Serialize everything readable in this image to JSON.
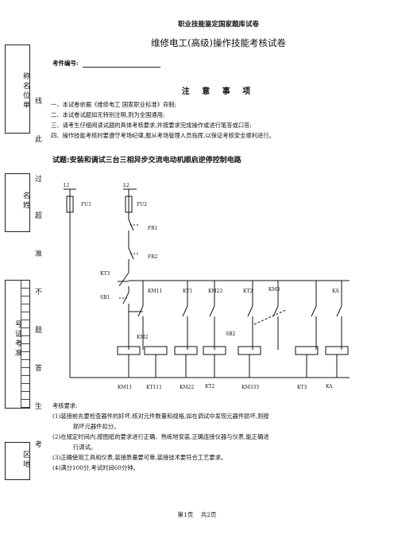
{
  "header": {
    "top_title": "职业技能鉴定国家题库试卷",
    "exam_title": "维修电工(高级)操作技能考核试卷",
    "exam_id_label": "考件编号:"
  },
  "sidebar": {
    "unit_label": "称名位单",
    "name_label": "名姓",
    "id_label": "号证考准",
    "region_label": "区地",
    "binding_chars": [
      "线",
      "此",
      "过",
      "超",
      "准",
      "不",
      "题",
      "答",
      "生",
      "考"
    ]
  },
  "notice": {
    "heading": "注 意 事 项",
    "items": [
      "一、本试卷依据《维修电工 国家职业标准》命制;",
      "二、本试卷试题如无特别注明,则为全国通用;",
      "三、请考生仔细阅读试题的具体考核要求,并按要求完成操作或进行笔答或口答;",
      "四、操作技能考核时要遵守考场纪律,服从考场管理人员指挥,以保证考核安全顺利进行。"
    ]
  },
  "question": {
    "title": "试题:安装和调试三台三相异步交流电动机顺启逆停控制电路"
  },
  "circuit": {
    "line_labels": [
      "L1",
      "L2"
    ],
    "fuse_labels": [
      "FU1",
      "FU2"
    ],
    "relay_labels": [
      "FR1",
      "FR2"
    ],
    "left_labels": [
      "KT3",
      "SB1"
    ],
    "contact_labels": [
      "KM11",
      "KT1",
      "KM22",
      "KT2",
      "KM3",
      "KA"
    ],
    "mid_labels": [
      "KM2",
      "SB2"
    ],
    "coil_labels": [
      "KM11",
      "KT111",
      "KM22",
      "KT2",
      "KM333",
      "KT3",
      "KA"
    ]
  },
  "requirements": {
    "heading": "考核要求:",
    "items": [
      "(1)装接前先要检查器件的好坏,核对元件数量和规格,如在调试中发现元器件损坏,则按",
      "损坏元器件扣分。",
      "(2)在规定时间内,按图纸的要求进行正确、熟练地安装,正确连接仪器与仪表,能正确进",
      "行调试。",
      "(3)正确使用工具和仪表,装接质量要可靠,装接技术要符合工艺要求。",
      "(4)满分100分,考试时间60分钟。"
    ]
  },
  "footer": {
    "page_text": "第1页    共2页"
  }
}
